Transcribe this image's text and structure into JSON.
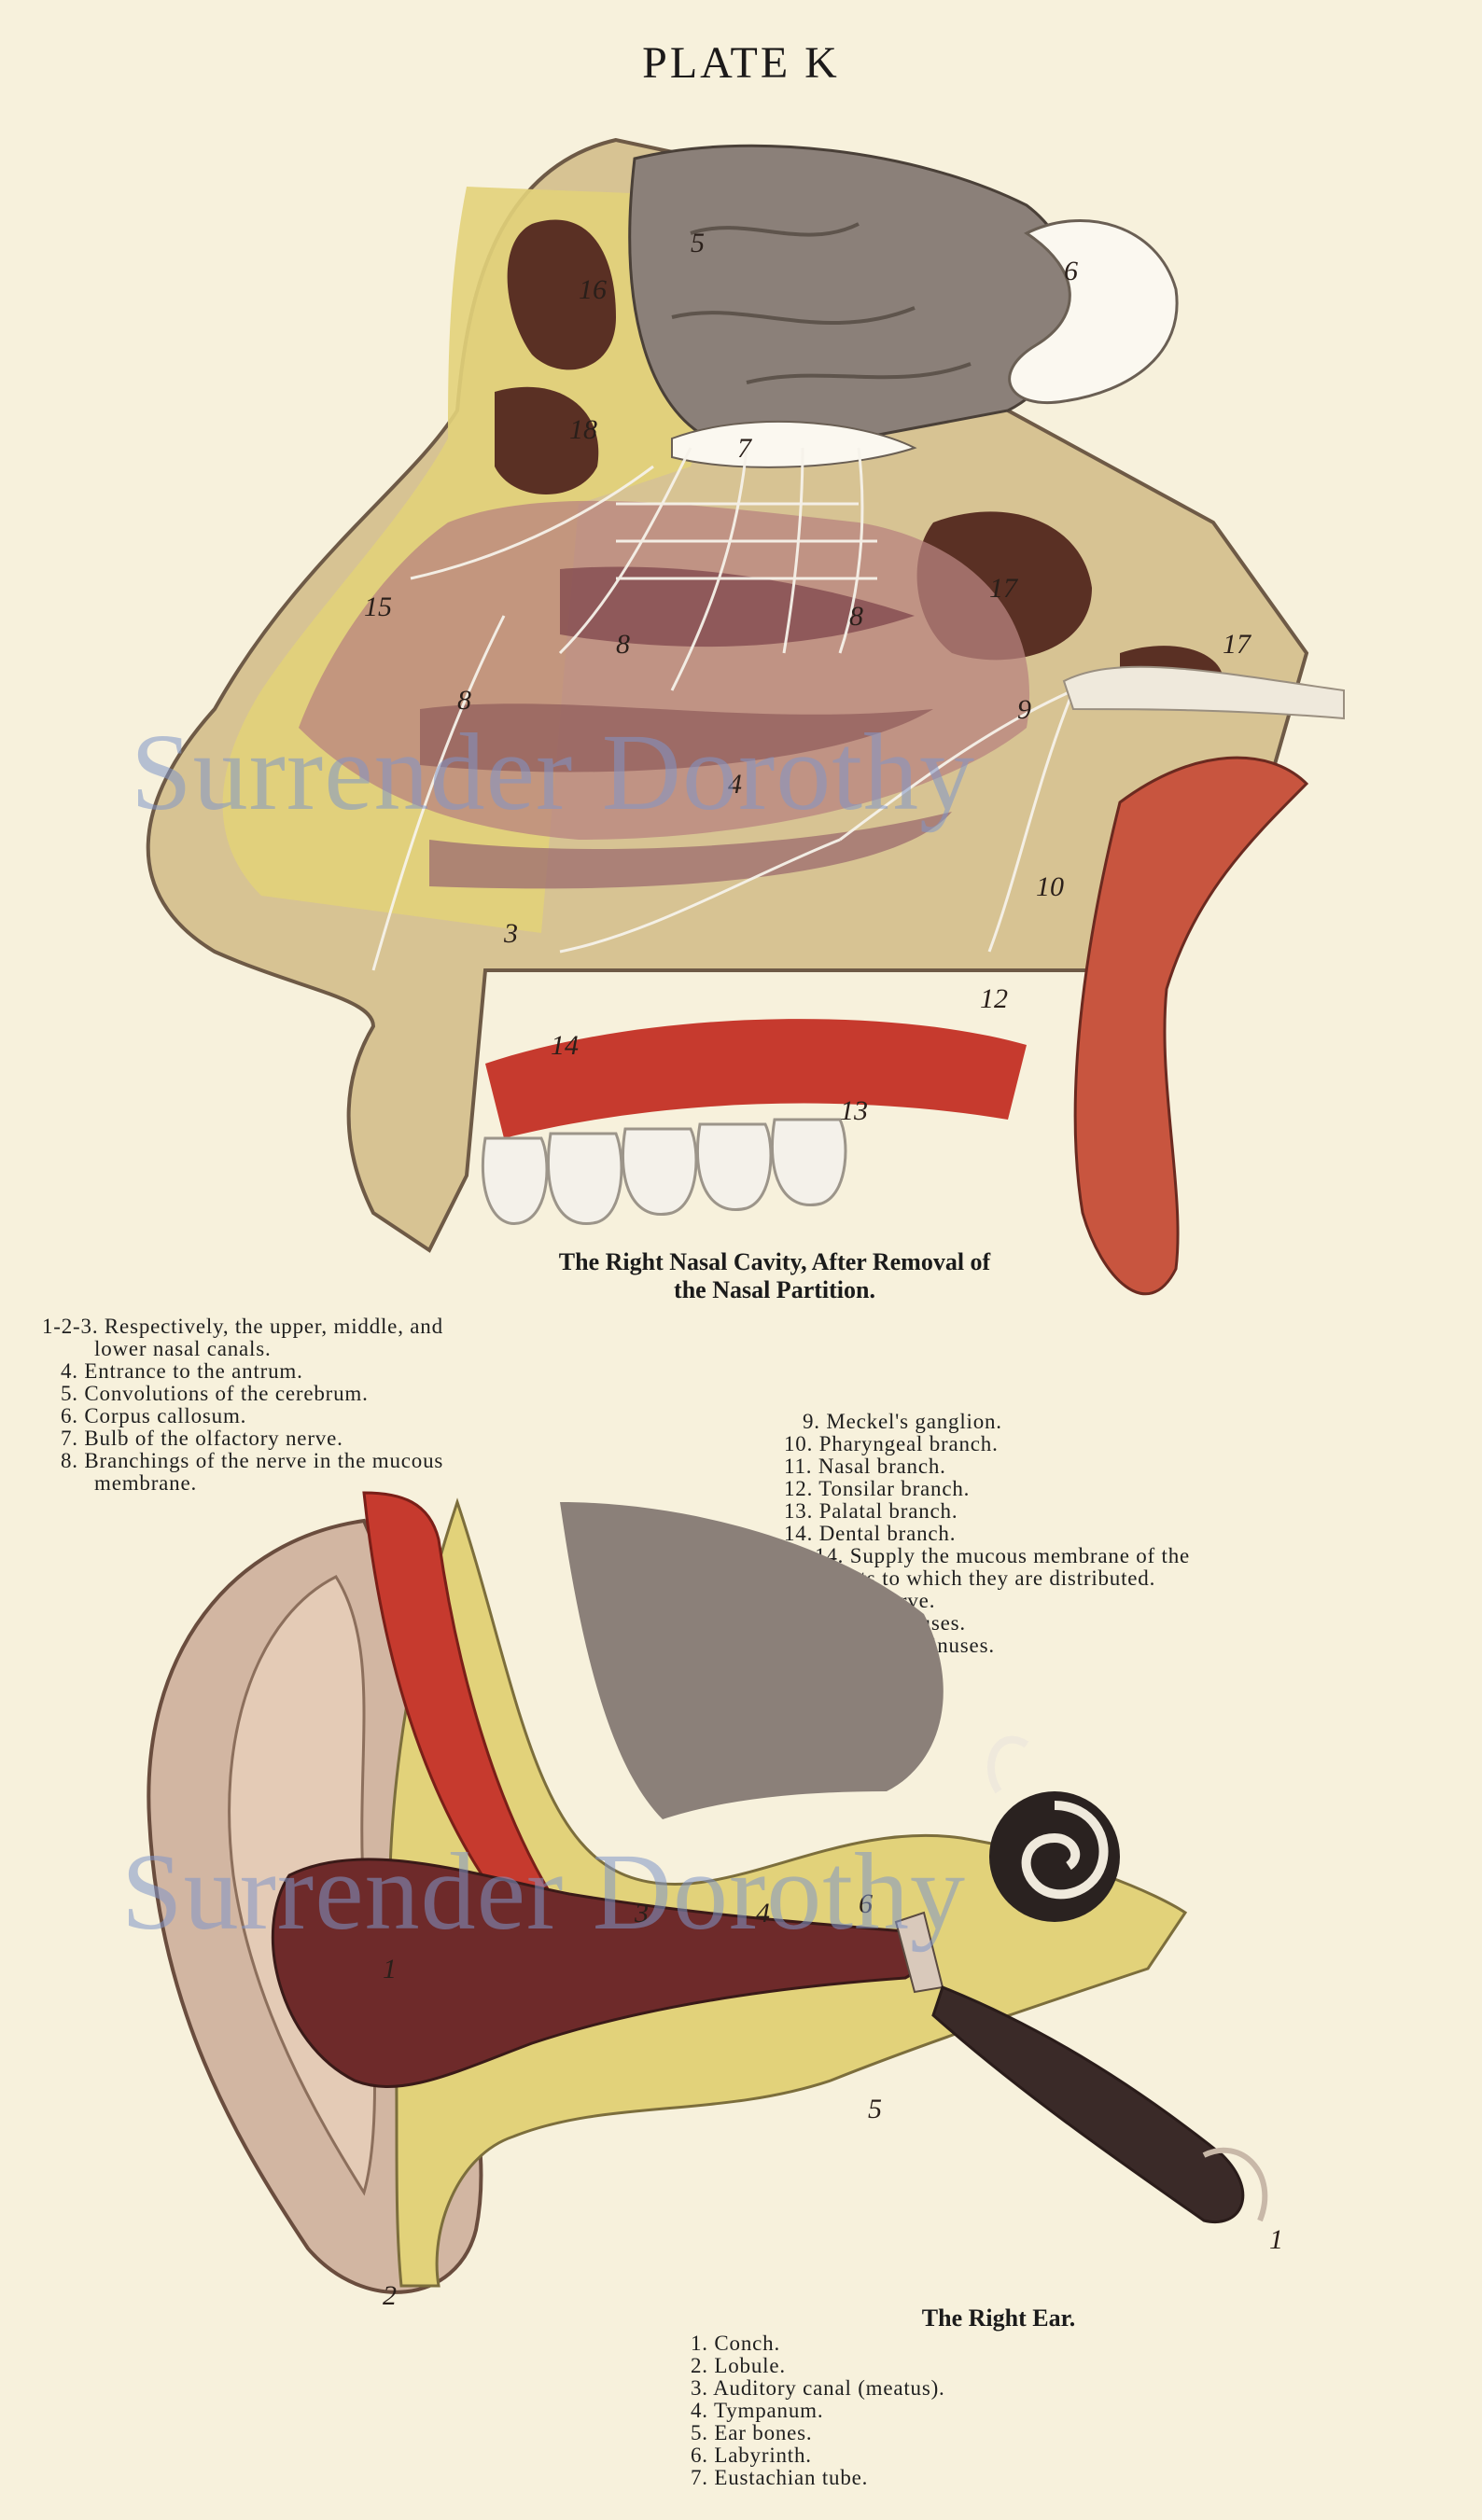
{
  "plate_title": "PLATE K",
  "nasal": {
    "caption_line1": "The Right Nasal Cavity, After Removal of",
    "caption_line2": "the Nasal Partition.",
    "legend_left": [
      "1-2-3. Respectively, the upper, middle, and",
      "lower nasal canals.",
      "4. Entrance to the antrum.",
      "5. Convolutions of the cerebrum.",
      "6. Corpus callosum.",
      "7. Bulb of the olfactory nerve.",
      "8. Branchings of the nerve in the mucous",
      "membrane."
    ],
    "legend_right": [
      "9. Meckel's ganglion.",
      "10. Pharyngeal branch.",
      "11. Nasal branch.",
      "12. Tonsilar branch.",
      "13. Palatal branch.",
      "14. Dental branch.",
      "10-14. Supply the mucous membrane of the",
      "parts to which they are distributed.",
      "15. Nasal nerve.",
      "16. Frontal sinuses.",
      "17. Ethmoidal sinuses."
    ],
    "labels": [
      "16",
      "5",
      "6",
      "18",
      "7",
      "17",
      "15",
      "8",
      "8",
      "8",
      "17",
      "9",
      "4",
      "10",
      "3",
      "12",
      "14",
      "13"
    ]
  },
  "ear": {
    "caption": "The Right Ear.",
    "legend": [
      "1. Conch.",
      "2. Lobule.",
      "3. Auditory canal (meatus).",
      "4. Tympanum.",
      "5. Ear bones.",
      "6. Labyrinth.",
      "7. Eustachian tube."
    ],
    "labels": [
      "1",
      "3",
      "4",
      "6",
      "5",
      "2",
      "1"
    ]
  },
  "watermark": "Surrender Dorothy",
  "colors": {
    "paper": "#f7f1dc",
    "bone_yellow": "#e2d27a",
    "flesh": "#c9a892",
    "brain_gray": "#8b8079",
    "sinus_brown": "#5a3024",
    "muscle_red": "#c63a2e",
    "watermark": "#8096c8"
  }
}
